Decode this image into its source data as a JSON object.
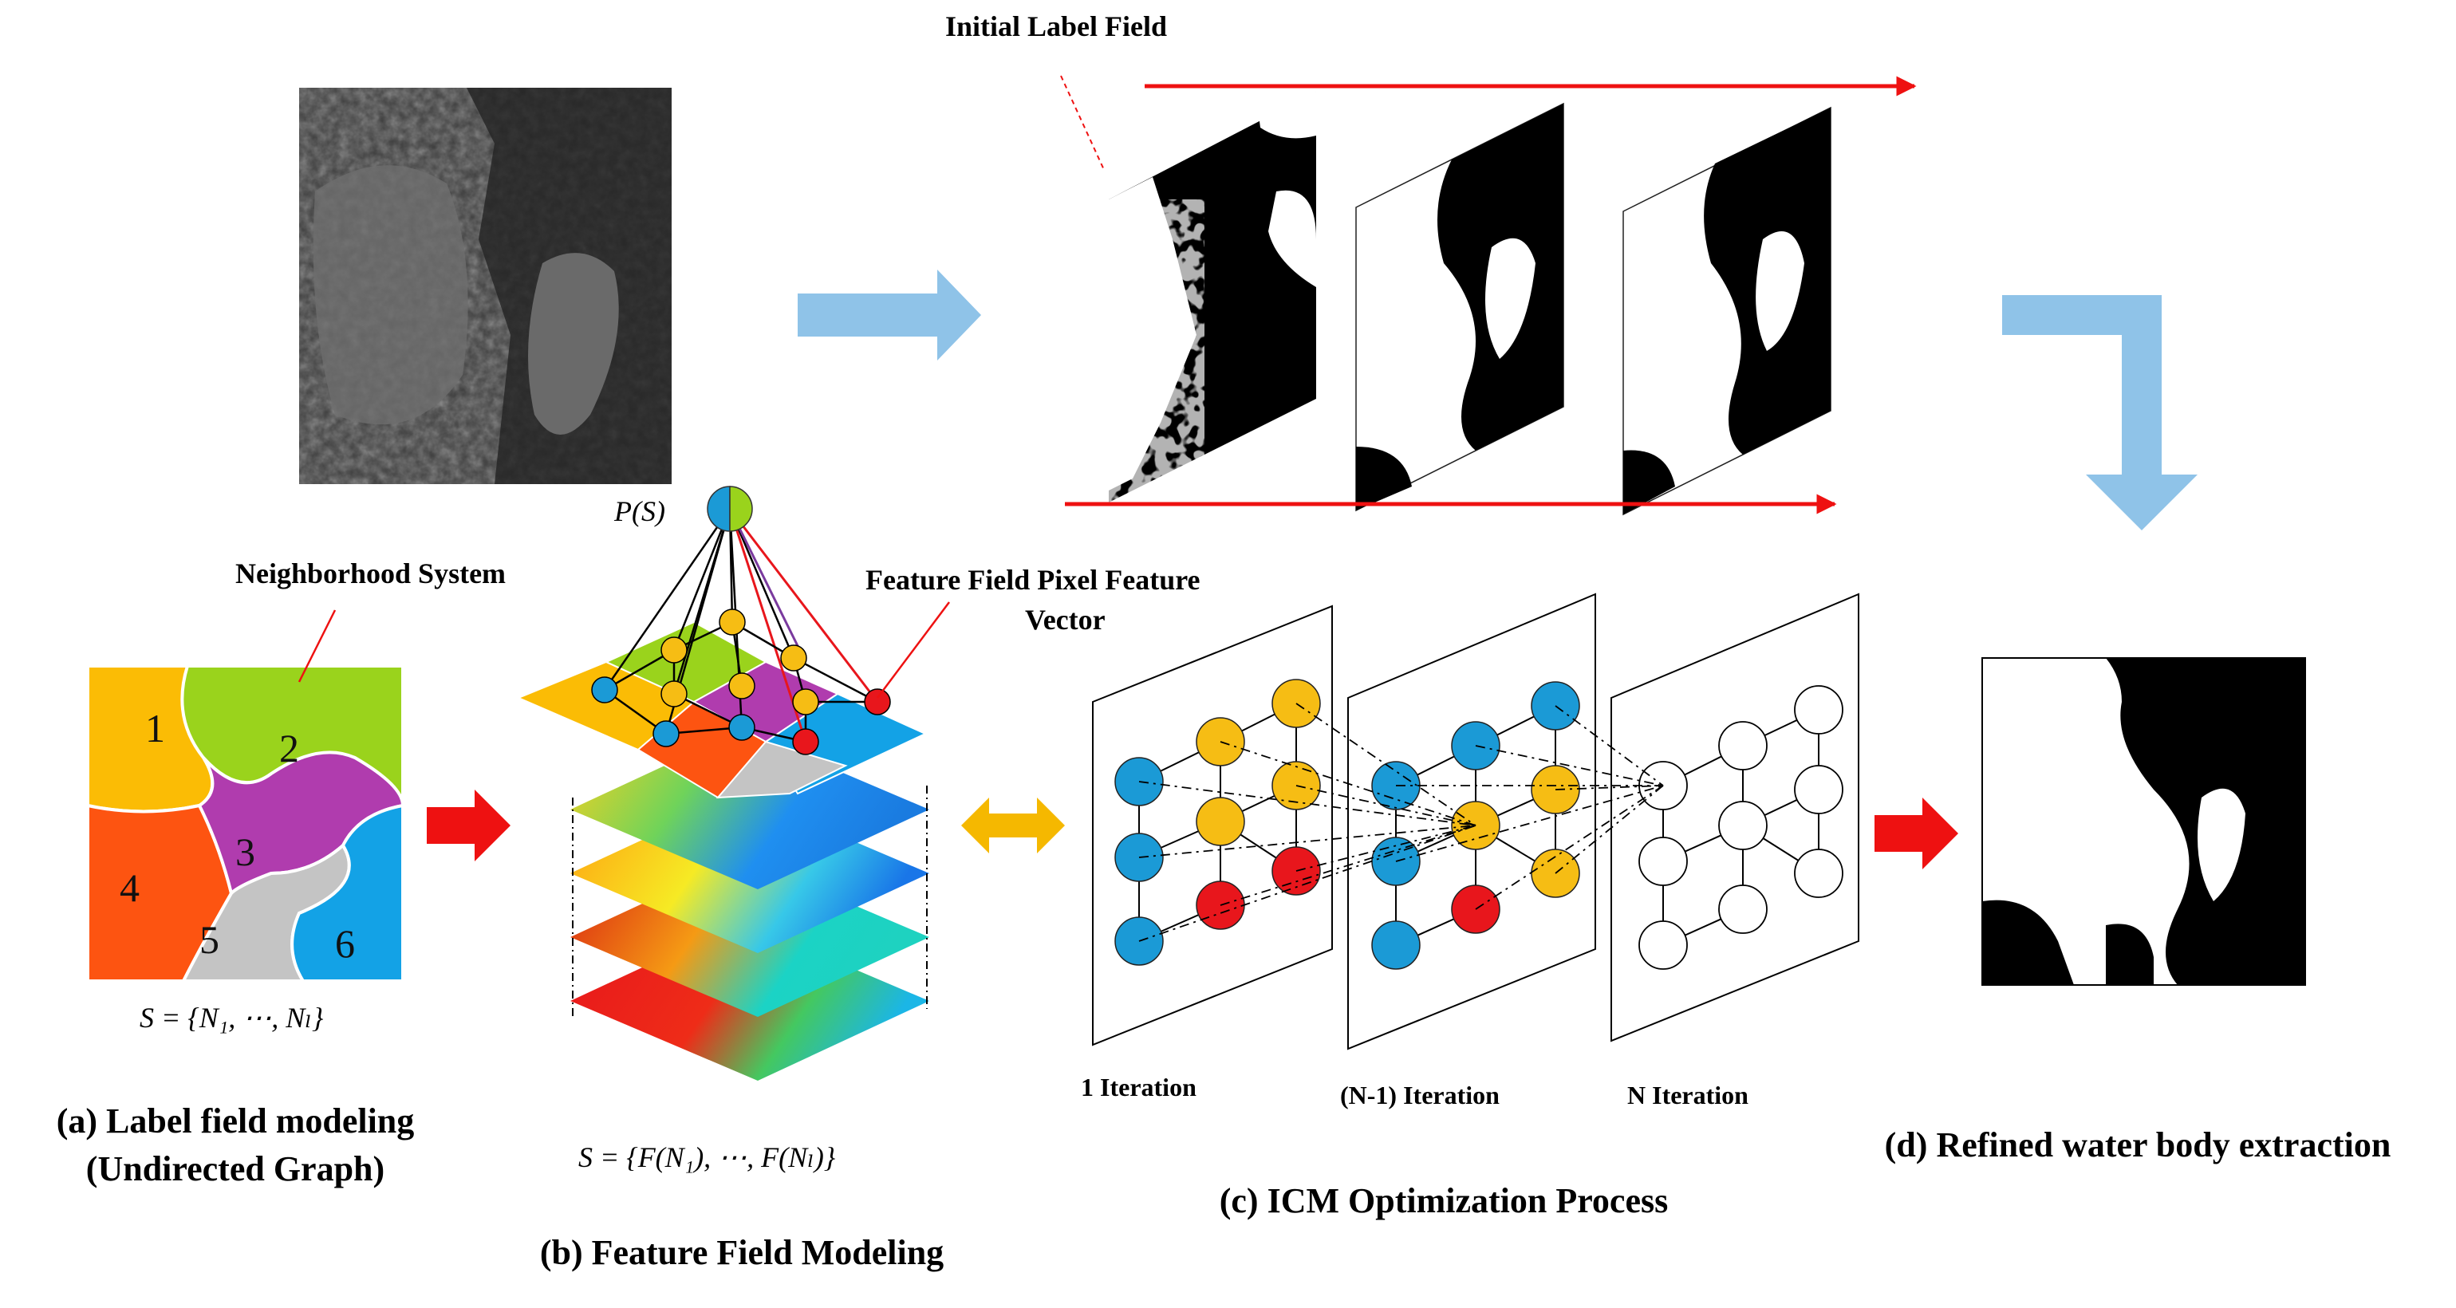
{
  "labels": {
    "initial_label_field": "Initial Label Field",
    "neighborhood_system": "Neighborhood System",
    "feature_field_pixel_vector_line1": "Feature Field Pixel Feature",
    "feature_field_pixel_vector_line2": "Vector",
    "p_s": "P(S)"
  },
  "region_numbers": [
    "1",
    "2",
    "3",
    "4",
    "5",
    "6"
  ],
  "formulas": {
    "label_set": "S = {N₁, ⋯, Nₗ}",
    "feature_set": "S = {F(N₁), ⋯, F(Nₗ)}"
  },
  "iterations": [
    "1 Iteration",
    "(N-1) Iteration",
    "N Iteration"
  ],
  "captions": {
    "a_line1": "(a) Label field modeling",
    "a_line2": "(Undirected Graph)",
    "b": "(b) Feature Field Modeling",
    "c": "(c) ICM Optimization Process",
    "d": "(d) Refined water body extraction"
  },
  "colors": {
    "arrow_blue": "#8fc3e8",
    "arrow_red": "#ee1111",
    "arrow_orange": "#f5b800",
    "node_blue": "#1b9ad6",
    "node_yellow": "#f6bd14",
    "node_red": "#e8161c",
    "region_yellow": "#fbbc05",
    "region_green": "#9ad31c",
    "region_purple": "#b03cae",
    "region_orange": "#fd5411",
    "region_gray": "#c4c4c4",
    "region_blue": "#13a2e6"
  }
}
